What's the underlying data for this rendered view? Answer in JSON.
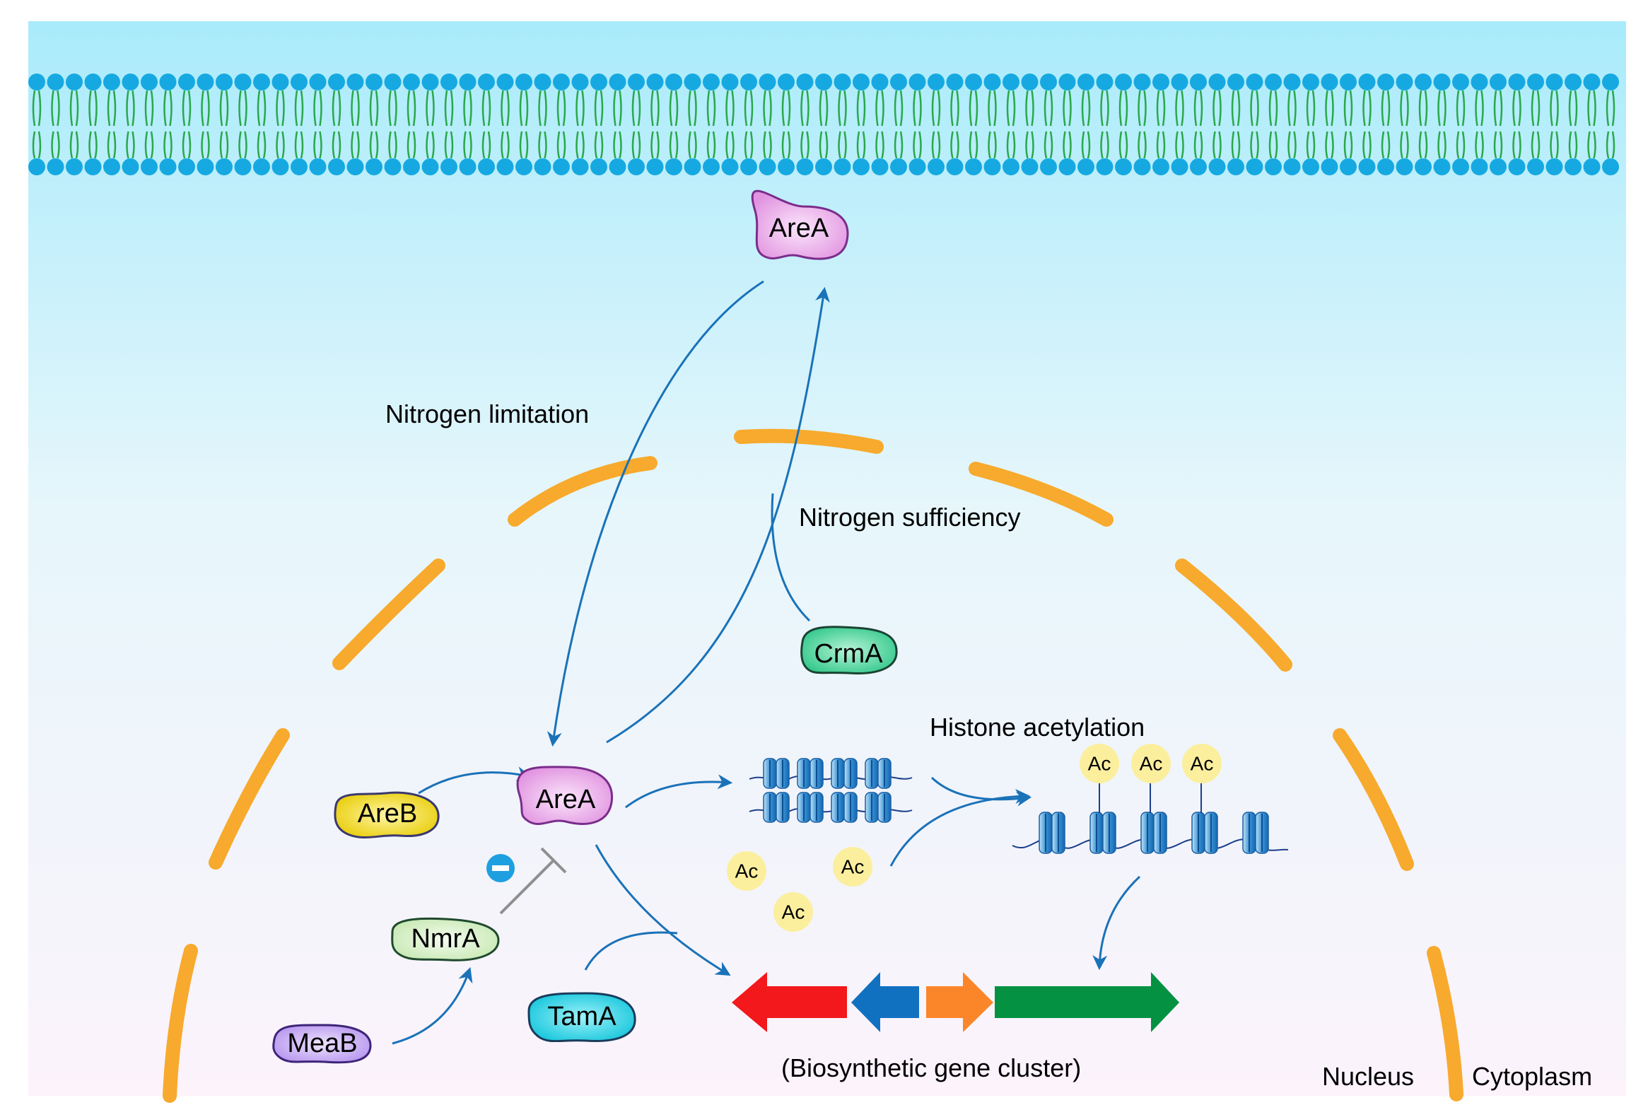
{
  "labels": {
    "nitrogen_limitation": "Nitrogen limitation",
    "nitrogen_sufficiency": "Nitrogen sufficiency",
    "histone_acetylation": "Histone acetylation",
    "gene_cluster": "(Biosynthetic gene cluster)",
    "nucleus": "Nucleus",
    "cytoplasm": "Cytoplasm"
  },
  "proteins": {
    "area_cyto": "AreA",
    "area_nuc": "AreA",
    "areb": "AreB",
    "nmra": "NmrA",
    "meab": "MeaB",
    "tama": "TamA",
    "crma": "CrmA"
  },
  "acetyl": {
    "ac1": "Ac",
    "ac2": "Ac",
    "ac3": "Ac",
    "ac4": "Ac",
    "ac5": "Ac",
    "ac6": "Ac"
  },
  "colors": {
    "background_top": "#a9ebfb",
    "background_bottom": "#fcf3fb",
    "membrane_head": "#16a9e1",
    "membrane_tail": "#2aa84a",
    "nuclear_envelope": "#f7aa2d",
    "arrow": "#1a72b8",
    "area": "#e9a3e6",
    "areb": "#f1d80f",
    "nmra": "#d5f0c4",
    "meab": "#c7a7f2",
    "tama": "#23d1e3",
    "crma": "#45d39b",
    "ac_circle": "#fbef9e",
    "gene_red": "#f2181c",
    "gene_blue": "#1171c1",
    "gene_orange": "#fb8629",
    "gene_green": "#049242"
  }
}
